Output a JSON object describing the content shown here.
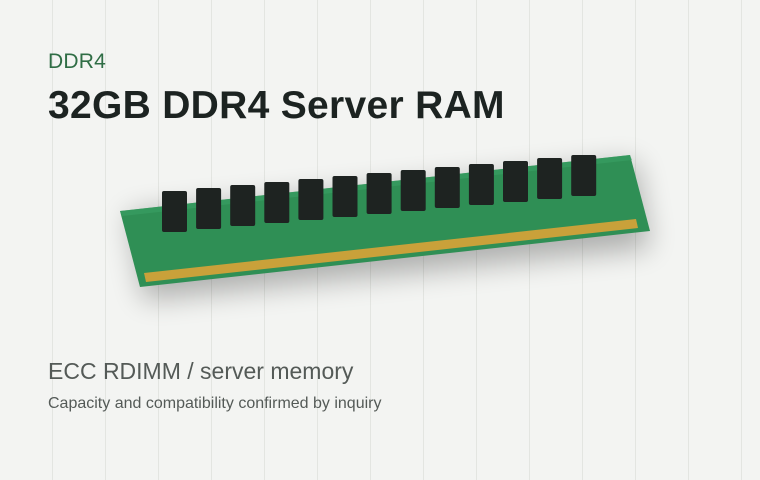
{
  "header": {
    "category": "DDR4",
    "title": "32GB DDR4 Server RAM"
  },
  "illustration": {
    "icon": "ram-module-icon",
    "board_color": "#2f8f55",
    "chip_color": "#1e2321",
    "contact_color": "#c9a13a",
    "chip_count": 13
  },
  "description": {
    "subtitle": "ECC RDIMM / server memory",
    "note": "Capacity and compatibility confirmed by inquiry"
  }
}
